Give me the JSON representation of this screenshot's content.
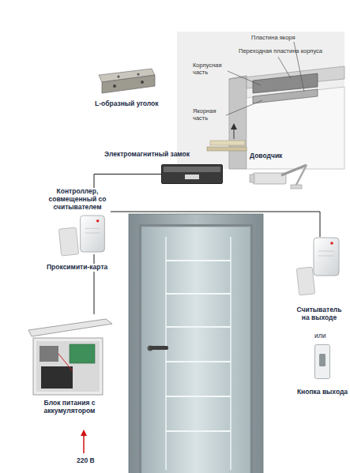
{
  "diagram": {
    "nodes": [
      {
        "text": [
          "Контроллер, совмещенный со считывателем"
        ]
      },
      {
        "text": [
          "Электромагнитный замок"
        ]
      },
      {
        "text": [
          "Блок питания с аккумулятором"
        ]
      },
      {
        "text": [
          "Считыватель на выходе"
        ]
      },
      {
        "text": [
          "Кнопка выхода"
        ]
      }
    ],
    "edges": [
      {
        "from": 0,
        "to": 1,
        "arrow": "none"
      },
      {
        "from": 0,
        "to": 2,
        "arrow": "none"
      },
      {
        "from": 0,
        "to": 3,
        "arrow": "none"
      }
    ],
    "labels": [
      "L-образный уголок",
      "Пластина якоря",
      "Переходная пластина корпуса",
      "Корпусная часть",
      "Якорная часть",
      "Доводчик",
      "Проксимити-карта",
      "220 В",
      "или"
    ]
  }
}
